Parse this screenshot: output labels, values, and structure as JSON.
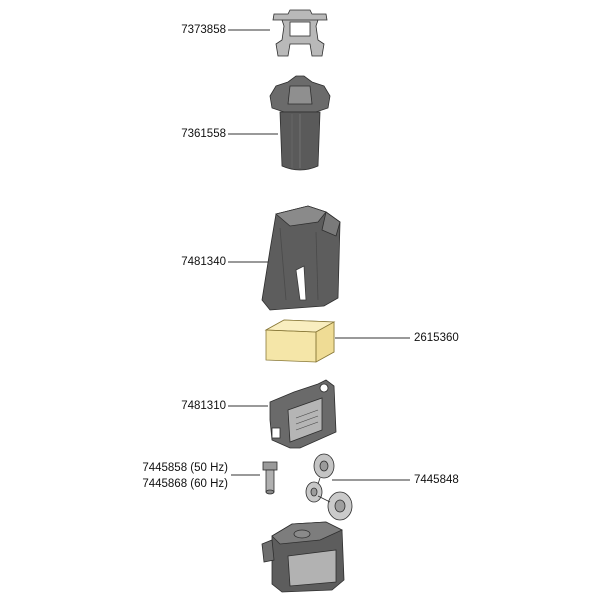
{
  "parts": [
    {
      "id": "clip",
      "number": "7373858"
    },
    {
      "id": "inlet-tube",
      "number": "7361558"
    },
    {
      "id": "filter-canister",
      "number": "7481340"
    },
    {
      "id": "sponge",
      "number": "2615360"
    },
    {
      "id": "pump-bracket",
      "number": "7481310"
    },
    {
      "id": "impeller-50",
      "number": "7445858 (50 Hz)"
    },
    {
      "id": "impeller-60",
      "number": "7445868 (60 Hz)"
    },
    {
      "id": "suction-cups",
      "number": "7445848"
    }
  ],
  "colors": {
    "part_dark": "#5d5d5d",
    "part_mid": "#8a8a8a",
    "part_light": "#b9b9b9",
    "sponge": "#f5e6a8",
    "outline": "#2e2e2e",
    "leader": "#333333"
  }
}
